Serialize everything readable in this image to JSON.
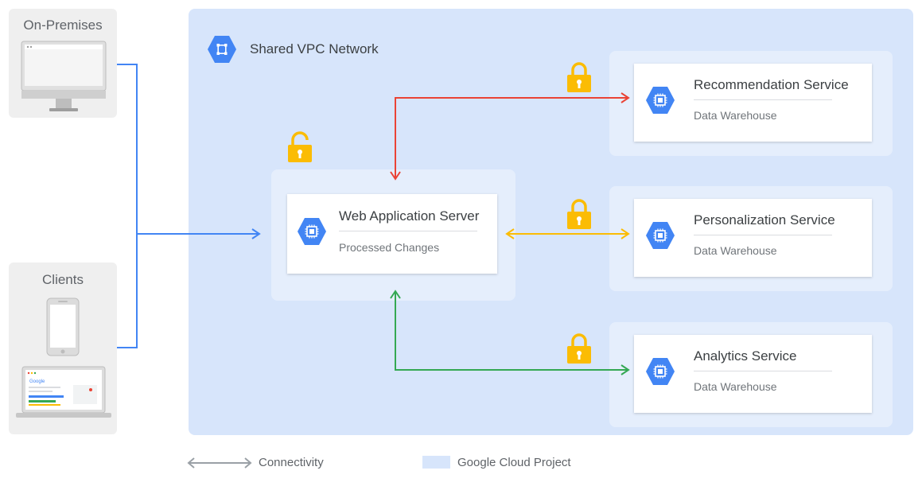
{
  "on_premises": {
    "title": "On-Premises"
  },
  "clients": {
    "title": "Clients",
    "browser_logo": "Google"
  },
  "vpc": {
    "title": "Shared VPC Network"
  },
  "web_server": {
    "title": "Web Application Server",
    "subtitle": "Processed Changes"
  },
  "services": [
    {
      "title": "Recommendation Service",
      "subtitle": "Data Warehouse",
      "connection_color": "#ea4335"
    },
    {
      "title": "Personalization Service",
      "subtitle": "Data Warehouse",
      "connection_color": "#fbbc04"
    },
    {
      "title": "Analytics Service",
      "subtitle": "Data Warehouse",
      "connection_color": "#34a853"
    }
  ],
  "legend": {
    "connectivity": "Connectivity",
    "project": "Google Cloud Project"
  },
  "colors": {
    "client_link": "#4285f4",
    "lock": "#fbbc04",
    "compute_icon": "#4285f4",
    "vpc_background": "#d7e5fb"
  },
  "icons": {
    "vpc": "shared-vpc-icon",
    "compute": "compute-engine-icon",
    "lock_closed": "lock-icon",
    "lock_open": "unlock-icon"
  }
}
